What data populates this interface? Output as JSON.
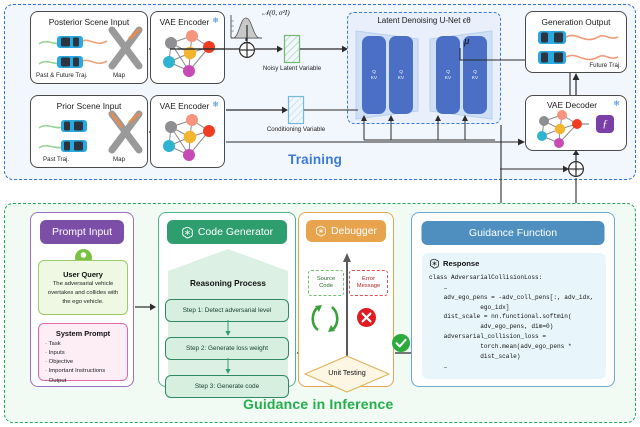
{
  "regions": {
    "training_label": "Training",
    "inference_label": "Guidance in Inference"
  },
  "training": {
    "posterior": {
      "title": "Posterior Scene Input",
      "caption_traj": "Past & Future Traj.",
      "caption_map": "Map"
    },
    "prior": {
      "title": "Prior Scene Input",
      "caption_traj": "Past Traj.",
      "caption_map": "Map"
    },
    "vae_encoder_top": {
      "title": "VAE Encoder",
      "frozen_icon": "snowflake-icon"
    },
    "vae_encoder_bottom": {
      "title": "VAE Encoder",
      "frozen_icon": "snowflake-icon"
    },
    "noise": {
      "distribution": "𝒩(0, σ²I)",
      "operator": "⊕"
    },
    "noisy_latent_label": "Noisy Latent Variable",
    "conditioning_label": "Conditioning Variable",
    "unet": {
      "title": "Latent Denoising U-Net ϵθ",
      "block_q": "Q",
      "block_kv": "KV"
    },
    "mu_label": "μ",
    "generation_output": {
      "title": "Generation Output",
      "caption": "Future Traj."
    },
    "vae_decoder": {
      "title": "VAE Decoder",
      "frozen_icon": "snowflake-icon",
      "fn_glyph": "ƒ"
    },
    "sum_operator": "⊕"
  },
  "inference": {
    "prompt_input": {
      "header": "Prompt Input",
      "user_query": {
        "icon": "user-avatar-icon",
        "title": "User Query",
        "text": "The adversarial vehicle overtakes and collides with the ego vehicle."
      },
      "system_prompt": {
        "title": "System Prompt",
        "items": [
          "Task",
          "Inputs",
          "Objective",
          "Important Instructions",
          "Output"
        ]
      }
    },
    "code_generator": {
      "header": "Code Generator",
      "icon": "openai-logo-icon",
      "reasoning_title": "Reasoning Process",
      "steps": [
        "Step 1: Detect adversarial level",
        "Step 2: Generate loss weight",
        "Step 3: Generate code"
      ]
    },
    "debugger": {
      "header": "Debugger",
      "icon": "openai-logo-icon",
      "source_code": "Source\nCode",
      "error_message": "Error\nMessage",
      "loop_icon": "refresh-loop-icon",
      "fail_icon": "red-x-icon",
      "unit_testing": "Unit Testing",
      "pass_icon": "green-check-icon"
    },
    "guidance_function": {
      "header": "Guidance Function",
      "response_label": "Response",
      "response_icon": "openai-logo-icon",
      "code": "class AdversarialCollisionLoss:\n    …\n    adv_ego_pens = -adv_coll_pens[:, adv_idx,\n              ego_idx]\n    dist_scale = nn.functional.softmin(\n              adv_ego_pens, dim=0)\n    adversarial_collision_loss =\n              torch.mean(adv_ego_pens *\n              dist_scale)\n    …"
    }
  },
  "colors": {
    "training_border": "#2f6fd0",
    "inference_border": "#25a85a",
    "prompt_purple": "#7b4ea8",
    "generator_green": "#2f9e6e",
    "debugger_orange": "#e8a44d",
    "guidance_blue": "#4e8fbf",
    "unet_block": "#4a6fc4"
  }
}
